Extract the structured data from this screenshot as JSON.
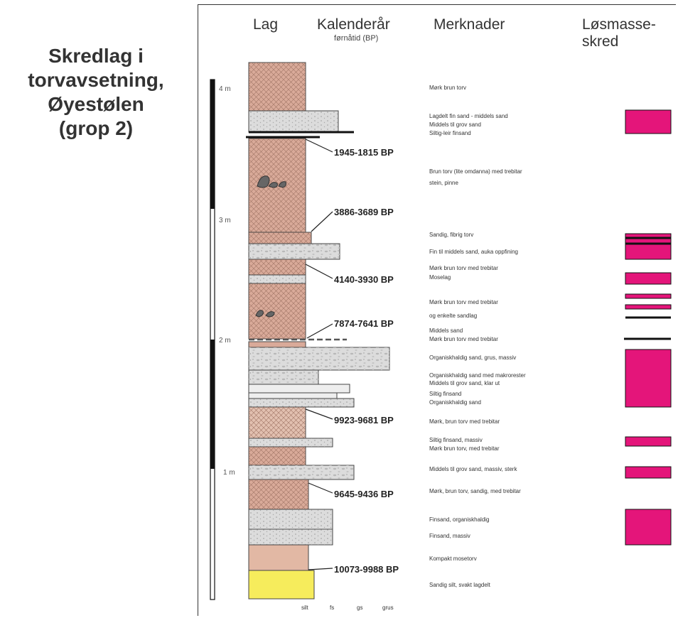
{
  "title_lines": [
    "Skredlag i",
    "torvavsetning,",
    "Øyestølen",
    "(grop 2)"
  ],
  "headers": {
    "lag": "Lag",
    "kalender": "Kalenderår",
    "kalender_sub": "førnåtid (BP)",
    "merknader": "Merknader",
    "losmasse_1": "Løsmasse-",
    "losmasse_2": "skred"
  },
  "depth_labels": [
    "4 m",
    "3 m",
    "2 m",
    "1 m"
  ],
  "dates": [
    "1945-1815 BP",
    "3886-3689 BP",
    "4140-3930 BP",
    "7874-7641 BP",
    "9923-9681 BP",
    "9645-9436 BP",
    "10073-9988 BP"
  ],
  "remarks": [
    "Mørk brun torv",
    "Lagdelt fin sand - middels sand",
    "Middels til grov sand",
    "Siltig-leir finsand",
    "Brun torv (lite omdanna) med trebitar",
    "stein, pinne",
    "Sandig, fibrig torv",
    "Fin til middels sand, auka oppfining",
    "Mørk brun torv med trebitar",
    "Moselag",
    "Mørk brun torv med trebitar",
    "og enkelte sandlag",
    "Middels sand",
    "Mørk brun torv med trebitar",
    "Organiskhaldig sand, grus, massiv",
    "Organiskhaldig sand med makrorester",
    "Middels til grov sand, klar ut",
    "Siltig finsand",
    "Organiskhaldig sand",
    "Mørk, brun torv med trebitar",
    "Siltig finsand, massiv",
    "Mørk brun torv, med trebitar",
    "Middels til grov sand, massiv, sterk",
    "Mørk, brun torv, sandig, med trebitar",
    "Finsand, organiskhaldig",
    "Finsand, massiv",
    "Kompakt mosetorv",
    "Sandig silt, svakt lagdelt"
  ],
  "grain_axis": [
    "silt",
    "fs",
    "gs",
    "grus"
  ],
  "colors": {
    "peat": "#d9aa99",
    "peat_light": "#e2c0b0",
    "sand": "#dcdcdc",
    "silt": "#f6ec5c",
    "slide": "#e4157a",
    "line": "#111111"
  }
}
